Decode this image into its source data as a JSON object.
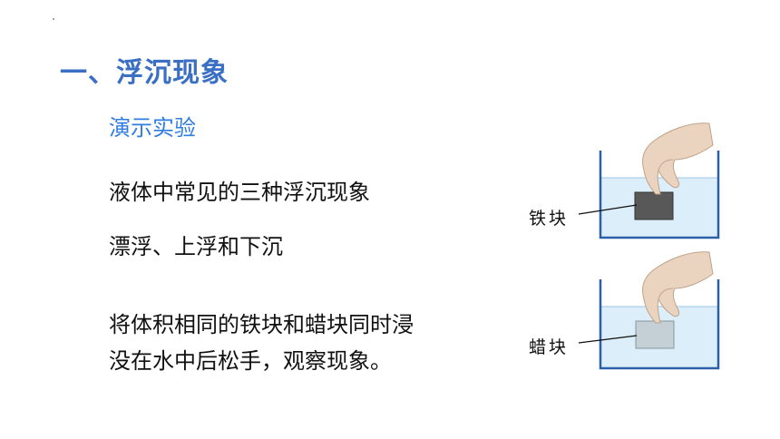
{
  "slide": {
    "heading": "一、浮沉现象",
    "subheading": "演示实验",
    "lines": [
      "液体中常见的三种浮沉现象",
      "漂浮、上浮和下沉",
      "将体积相同的铁块和蜡块同时浸",
      "没在水中后松手，观察现象。"
    ]
  },
  "figure": {
    "labels": {
      "iron": "铁块",
      "wax": "蜡块"
    },
    "colors": {
      "water": "#dbeefa",
      "beaker": "#2b5fa8",
      "iron": "#585858",
      "wax": "#c4cfd6",
      "hand": "#ead3bf"
    }
  }
}
